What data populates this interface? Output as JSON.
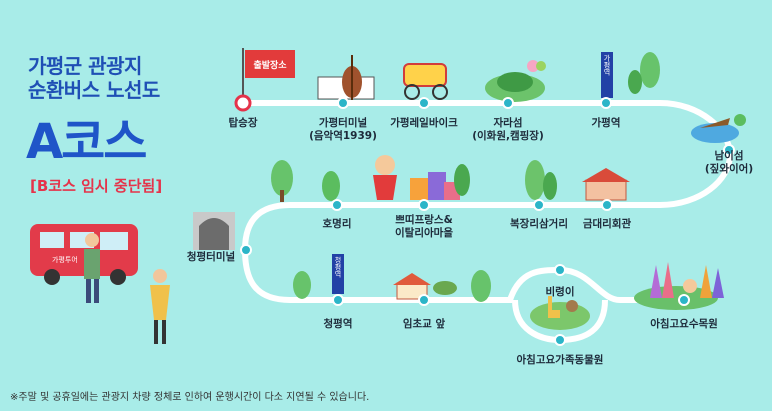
{
  "header": {
    "title_line1": "가평군 관광지",
    "title_line2": "순환버스 노선도",
    "course": "A코스",
    "notice": "[B코스 임시 중단됨]"
  },
  "bus": {
    "side_label": "가평투어"
  },
  "start_flag": {
    "label": "출발장소"
  },
  "signs": {
    "gapyeong": "가평역",
    "cheongpyeong": "청평역"
  },
  "stops": [
    {
      "name": "탑승장"
    },
    {
      "name": "가평터미널",
      "sub": "(음악역1939)"
    },
    {
      "name": "가평레일바이크"
    },
    {
      "name": "자라섬",
      "sub": "(이화원,캠핑장)"
    },
    {
      "name": "가평역"
    },
    {
      "name": "남이섬",
      "sub": "(짚와이어)"
    },
    {
      "name": "금대리회관"
    },
    {
      "name": "복장리삼거리"
    },
    {
      "name": "쁘띠프랑스&",
      "sub": "이탈리아마을"
    },
    {
      "name": "호명리"
    },
    {
      "name": "청평터미널"
    },
    {
      "name": "청평역"
    },
    {
      "name": "임초교 앞"
    },
    {
      "name": "비령이"
    },
    {
      "name": "아침고요가족동물원"
    },
    {
      "name": "아침고요수목원"
    }
  ],
  "footnote": "※주말 및 공휴일에는 관광지 차량 정체로 인하여 운행시간이 다소 지연될 수 있습니다.",
  "colors": {
    "background": "#a8ece8",
    "route": "#ffffff",
    "stop_dot": "#2bb5c8",
    "start_dot": "#e5334a",
    "title": "#1f4fb5",
    "notice": "#e5334a"
  }
}
